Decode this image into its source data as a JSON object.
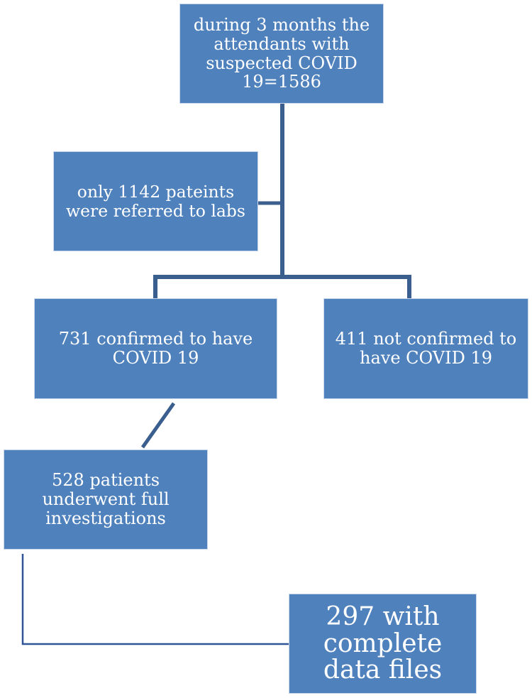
{
  "flowchart": {
    "boxes": {
      "suspected": "during 3 months the attendants with suspected COVID 19=1586",
      "referred": "only 1142 pateints were referred to labs",
      "confirmed": "731 confirmed to have COVID 19",
      "not_confirmed": "411 not confirmed to have COVID 19",
      "full_investigations": "528 patients underwent full investigations",
      "complete_data": "297 with complete data files"
    },
    "colors": {
      "box_fill": "#4f81bd",
      "box_text": "#ffffff",
      "connector": "#3a5f8f",
      "thin_connector": "#2f5597"
    }
  }
}
